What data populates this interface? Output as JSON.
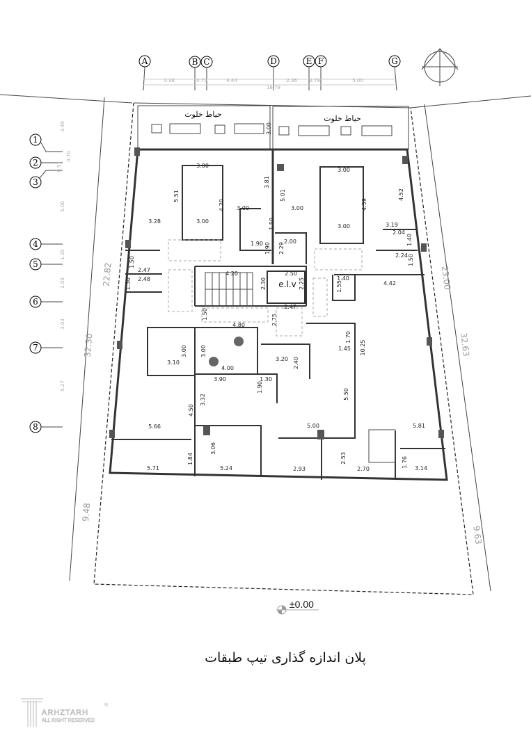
{
  "title": "پلان اندازه گذاری تیپ طبقات",
  "elevation": "±0.00",
  "garden_label": "حیاط خلوت",
  "elevator_label": "e.l.v",
  "logo": {
    "brand": "ARHZTARH",
    "rights": "ALL RIGHT RESERVED",
    "mark": "®"
  },
  "grid_columns": [
    "A",
    "B",
    "C",
    "D",
    "E",
    "F",
    "G"
  ],
  "grid_rows": [
    "1",
    "2",
    "3",
    "4",
    "5",
    "6",
    "7",
    "8"
  ],
  "column_spacings": [
    "3.38",
    "0.79",
    "4.44",
    "16.78",
    "2.36",
    "0.79",
    "5.00"
  ],
  "row_spacings": [
    "3.49",
    "0.70",
    "0.51",
    "5.00",
    "1.35",
    "2.50",
    "3.03",
    "5.27"
  ],
  "overall_dims": [
    "32.30",
    "22.82",
    "23.00",
    "32.63",
    "9.48",
    "9.63"
  ],
  "dims": [
    "3.00",
    "5.51",
    "4.20",
    "3.81",
    "3.00",
    "3.28",
    "3.00",
    "1.50",
    "5.01",
    "3.00",
    "3.00",
    "4.59",
    "3.00",
    "3.19",
    "4.52",
    "2.04",
    "1.40",
    "1.90",
    "1.90",
    "2.29",
    "2.00",
    "2.24",
    "1.50",
    "1.50",
    "2.47",
    "2.48",
    "1.30",
    "4.20",
    "2.50",
    "2.30",
    "2.25",
    "1.40",
    "1.55",
    "4.42",
    "2.47",
    "1.50",
    "4.80",
    "2.75",
    "3.00",
    "3.10",
    "3.00",
    "4.00",
    "3.20",
    "2.40",
    "1.70",
    "1.45",
    "10.25",
    "3.90",
    "1.30",
    "1.90",
    "3.32",
    "4.50",
    "5.50",
    "5.66",
    "5.00",
    "5.81",
    "3.06",
    "1.84",
    "5.71",
    "5.24",
    "2.93",
    "2.53",
    "2.70",
    "1.76",
    "3.14",
    "3.00"
  ]
}
